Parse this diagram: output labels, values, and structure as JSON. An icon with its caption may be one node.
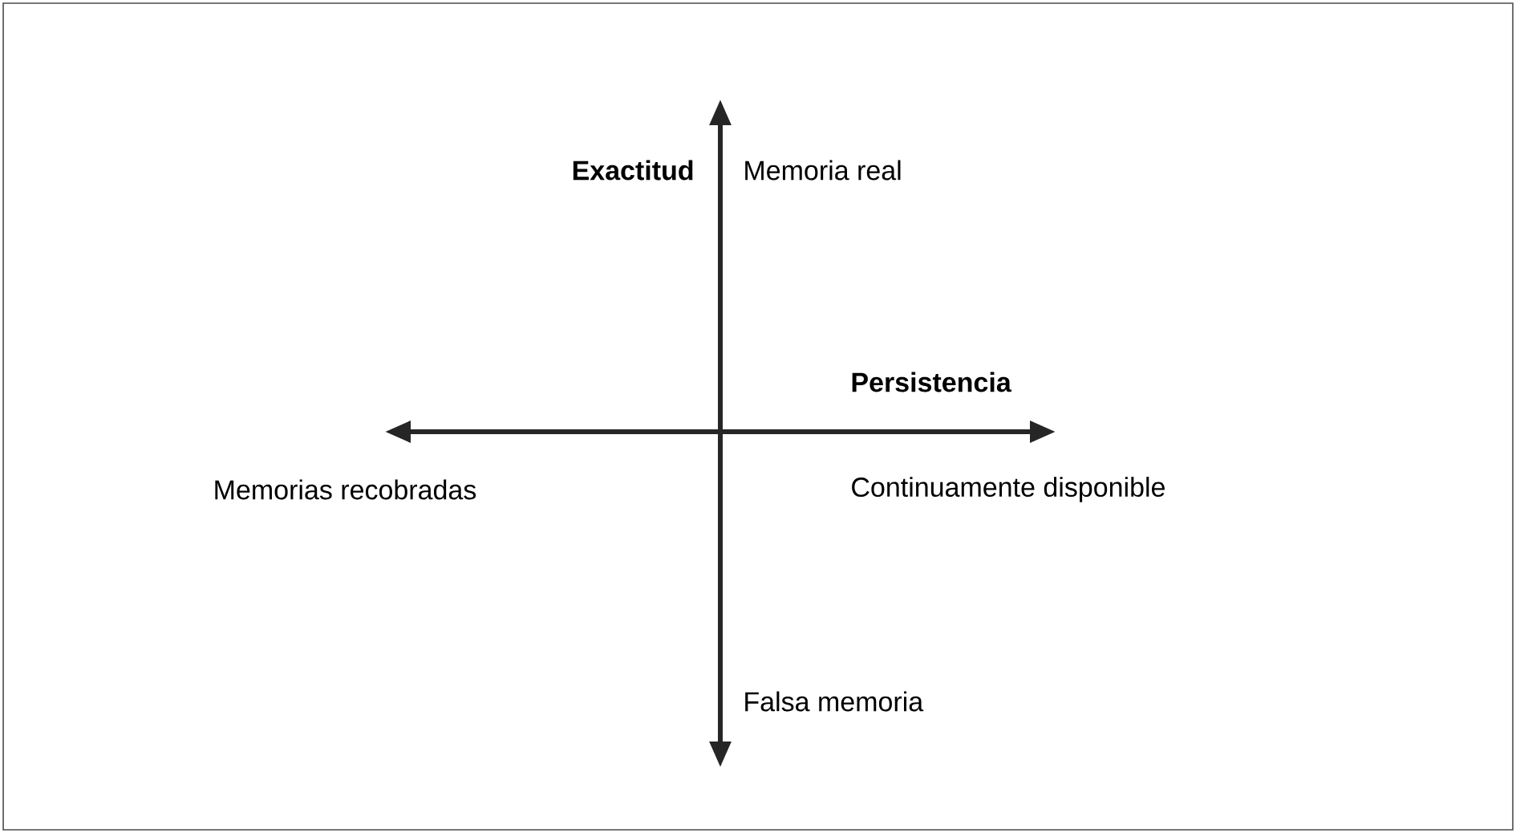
{
  "diagram": {
    "labels": [
      "Exactitud",
      "Memoria real",
      "Persistencia",
      "Memorias recobradas",
      "Continuamente disponible",
      "Falsa memoria"
    ]
  }
}
